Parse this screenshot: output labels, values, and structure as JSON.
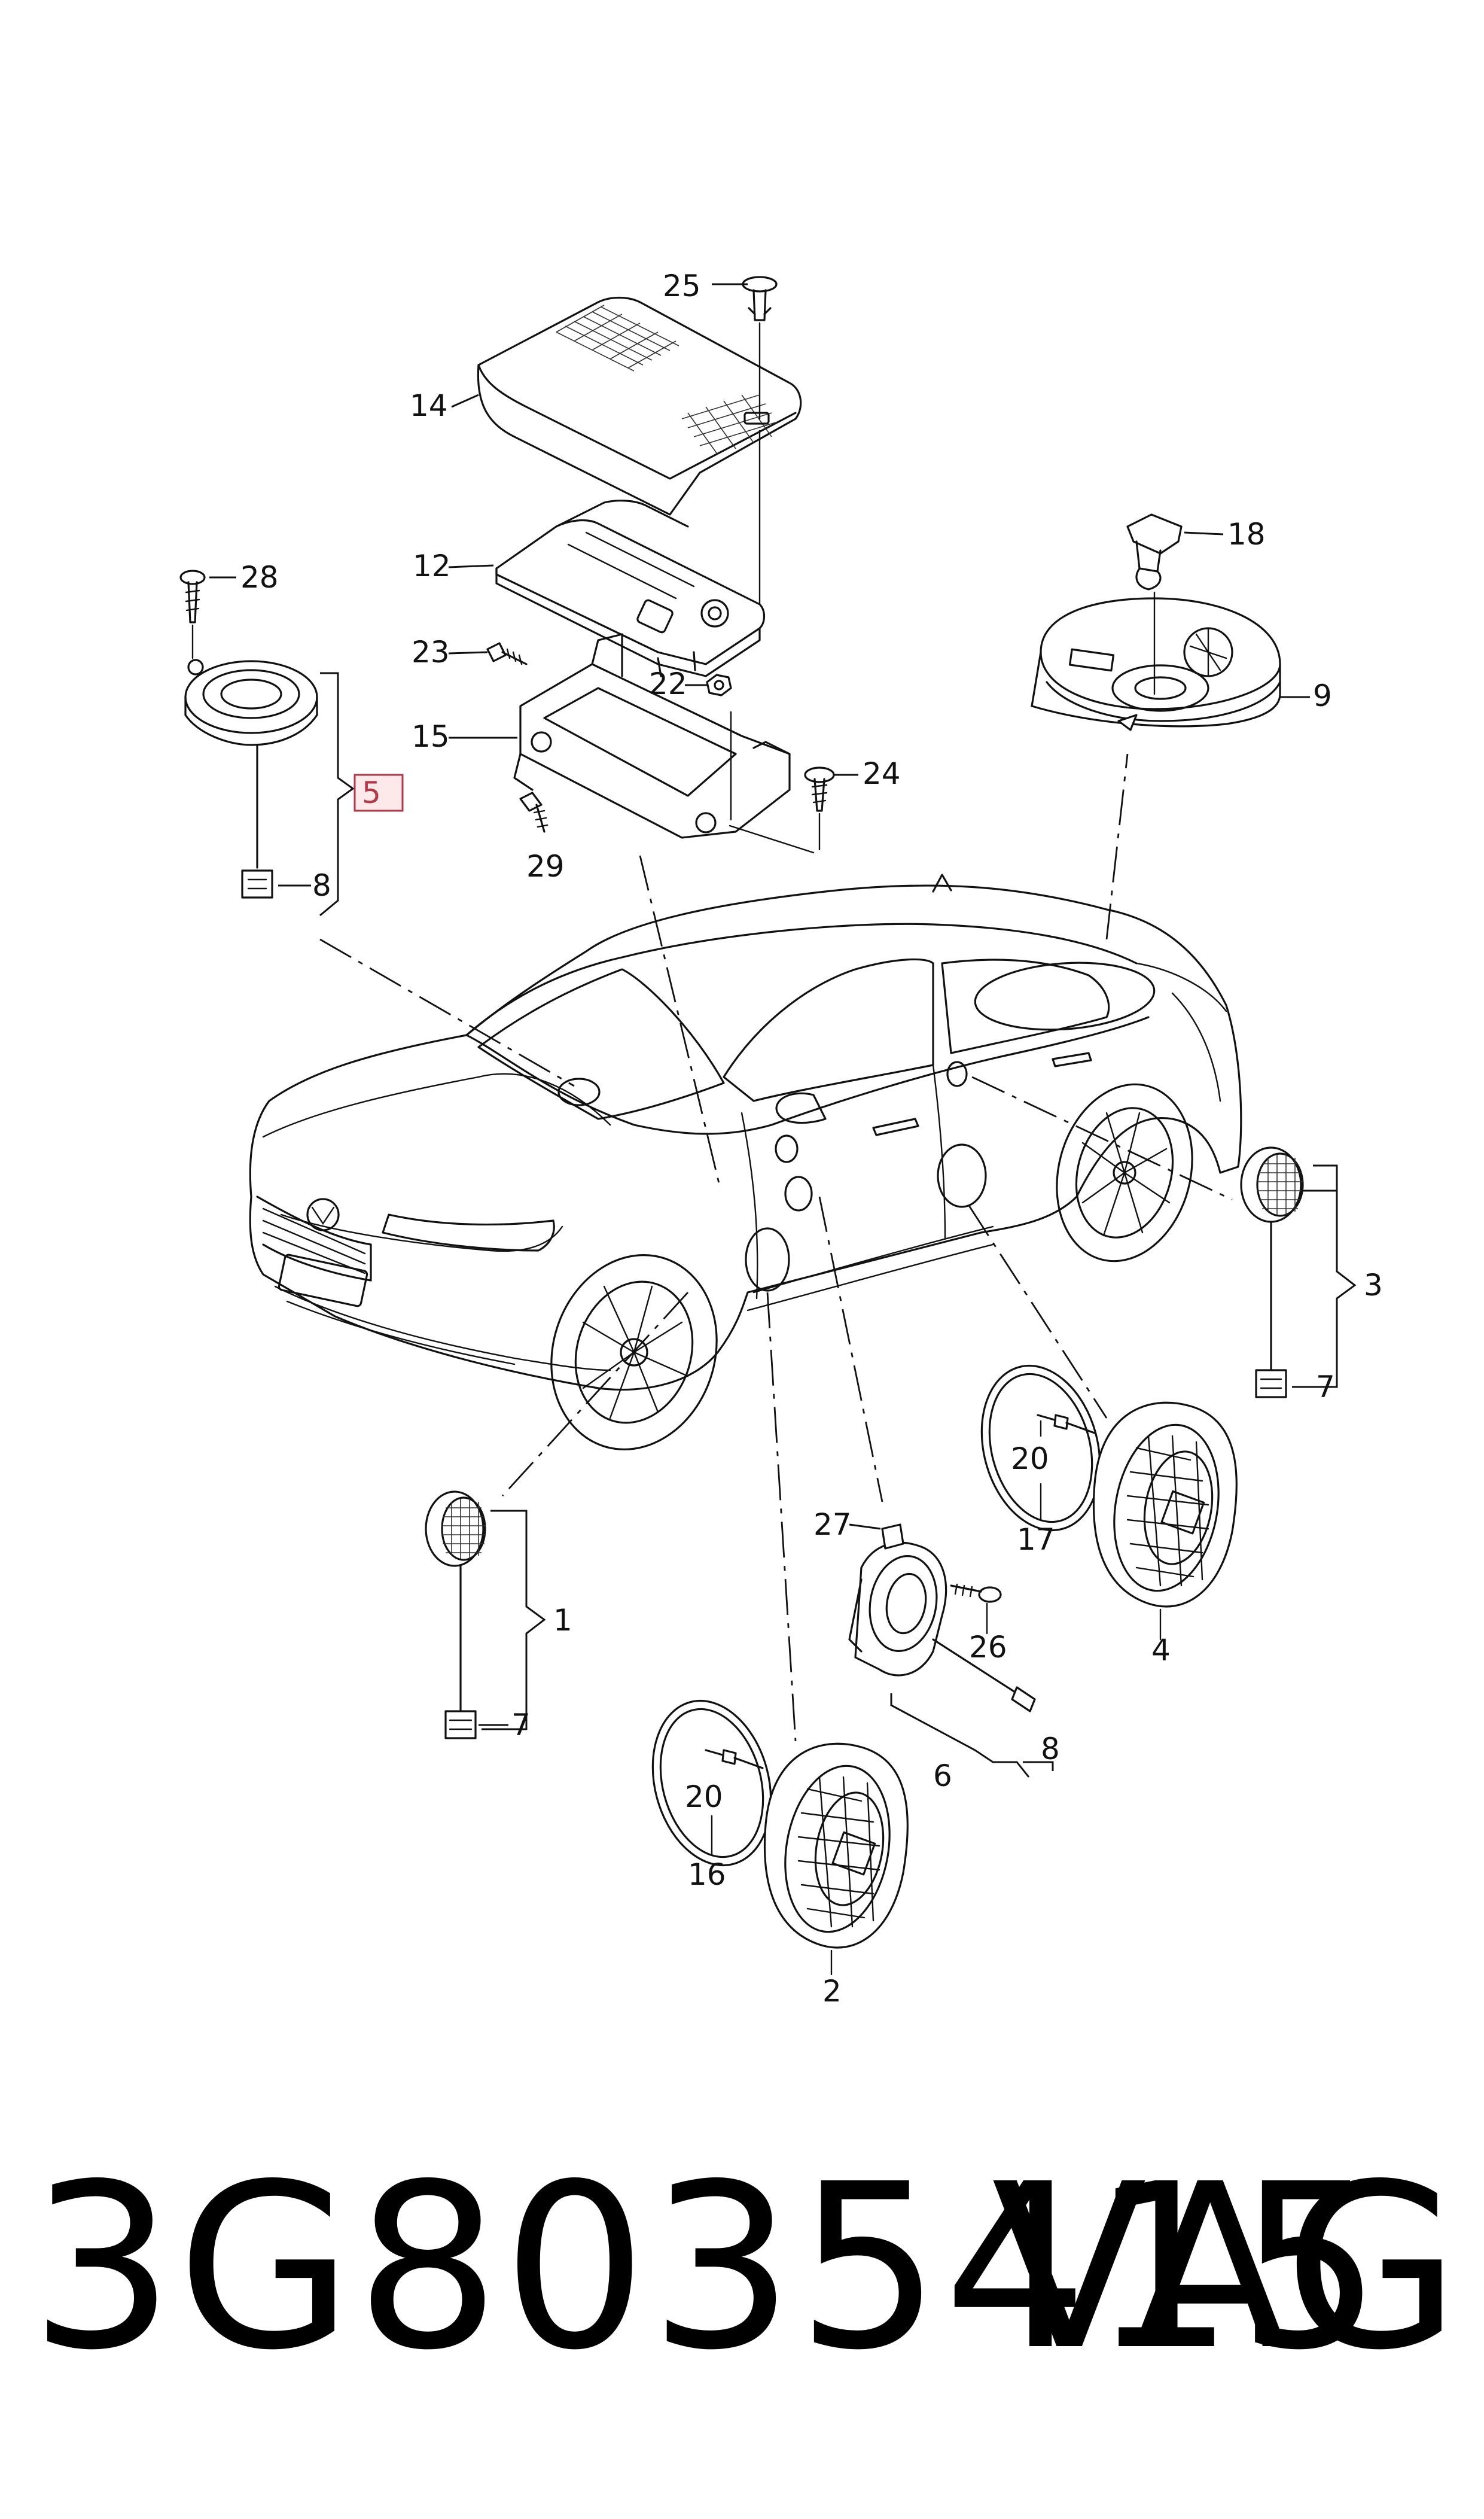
{
  "diagram": {
    "callouts": [
      {
        "id": "c1",
        "label": "1"
      },
      {
        "id": "c2",
        "label": "2"
      },
      {
        "id": "c3",
        "label": "3"
      },
      {
        "id": "c4",
        "label": "4"
      },
      {
        "id": "c5",
        "label": "5",
        "highlighted": true
      },
      {
        "id": "c6",
        "label": "6"
      },
      {
        "id": "c7a",
        "label": "7"
      },
      {
        "id": "c7b",
        "label": "7"
      },
      {
        "id": "c8a",
        "label": "8"
      },
      {
        "id": "c8b",
        "label": "8"
      },
      {
        "id": "c9",
        "label": "9"
      },
      {
        "id": "c12",
        "label": "12"
      },
      {
        "id": "c14",
        "label": "14"
      },
      {
        "id": "c15",
        "label": "15"
      },
      {
        "id": "c16",
        "label": "16"
      },
      {
        "id": "c17",
        "label": "17"
      },
      {
        "id": "c18",
        "label": "18"
      },
      {
        "id": "c20a",
        "label": "20"
      },
      {
        "id": "c20b",
        "label": "20"
      },
      {
        "id": "c22",
        "label": "22"
      },
      {
        "id": "c23",
        "label": "23"
      },
      {
        "id": "c24",
        "label": "24"
      },
      {
        "id": "c25",
        "label": "25"
      },
      {
        "id": "c26",
        "label": "26"
      },
      {
        "id": "c27",
        "label": "27"
      },
      {
        "id": "c28",
        "label": "28"
      },
      {
        "id": "c29",
        "label": "29"
      }
    ],
    "highlight_color": "#b23a48",
    "highlight_fill": "#fde8ea"
  },
  "footer": {
    "part_number": "3G8035415",
    "brand": "VAG"
  }
}
